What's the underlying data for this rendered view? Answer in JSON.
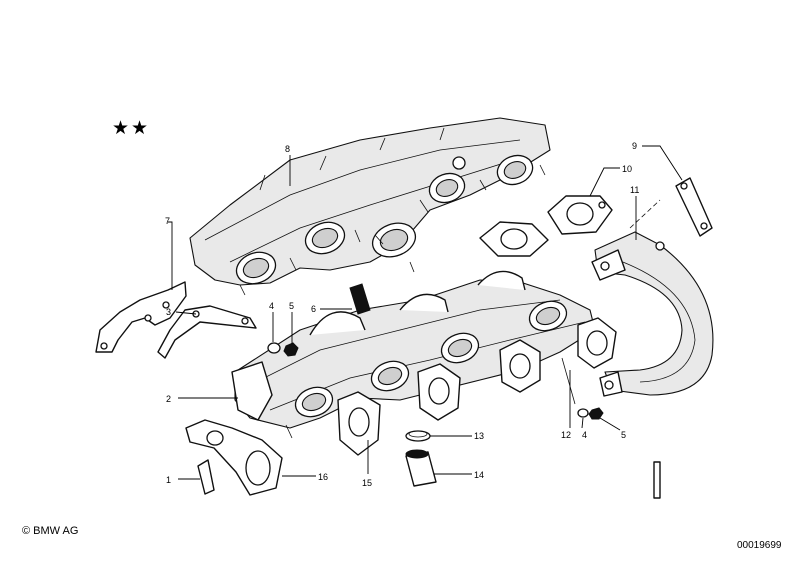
{
  "diagram": {
    "copyright": "© BMW AG",
    "doc_number": "00019699",
    "stars": "★★",
    "callouts": [
      {
        "id": "c1",
        "label": "1"
      },
      {
        "id": "c2",
        "label": "2"
      },
      {
        "id": "c3",
        "label": "3"
      },
      {
        "id": "c4a",
        "label": "4"
      },
      {
        "id": "c5a",
        "label": "5"
      },
      {
        "id": "c6",
        "label": "6"
      },
      {
        "id": "c7",
        "label": "7"
      },
      {
        "id": "c8",
        "label": "8"
      },
      {
        "id": "c9",
        "label": "9"
      },
      {
        "id": "c10",
        "label": "10"
      },
      {
        "id": "c11",
        "label": "11"
      },
      {
        "id": "c12",
        "label": "12"
      },
      {
        "id": "c4b",
        "label": "4"
      },
      {
        "id": "c5b",
        "label": "5"
      },
      {
        "id": "c13",
        "label": "13"
      },
      {
        "id": "c14",
        "label": "14"
      },
      {
        "id": "c15",
        "label": "15"
      },
      {
        "id": "c16",
        "label": "16"
      }
    ]
  }
}
